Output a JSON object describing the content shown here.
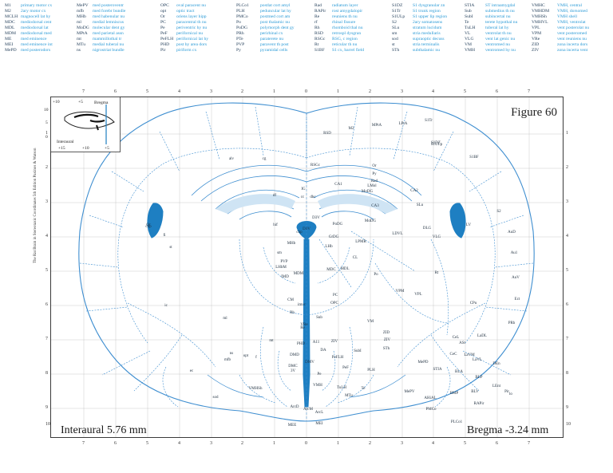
{
  "legend": [
    [
      {
        "abbr": "M1",
        "full": "primary motor cx"
      },
      {
        "abbr": "M2",
        "full": "2ary motor cx"
      },
      {
        "abbr": "MCLH",
        "full": "magnocell lat hy"
      },
      {
        "abbr": "MDC",
        "full": "mediodorsal cent"
      },
      {
        "abbr": "MDL",
        "full": "mediodorsal lat"
      },
      {
        "abbr": "MDM",
        "full": "mediodorsal med"
      },
      {
        "abbr": "ME",
        "full": "med eminence"
      },
      {
        "abbr": "MEI",
        "full": "med eminence int"
      },
      {
        "abbr": "MePD",
        "full": "med posterodors"
      }
    ],
    [
      {
        "abbr": "MePV",
        "full": "med posteroventr"
      },
      {
        "abbr": "mfb",
        "full": "med forebr bundle"
      },
      {
        "abbr": "MHb",
        "full": "med habenular nu"
      },
      {
        "abbr": "ml",
        "full": "medial lemniscus"
      },
      {
        "abbr": "MoDG",
        "full": "molecular dent gy"
      },
      {
        "abbr": "MPtA",
        "full": "med parietal assn"
      },
      {
        "abbr": "mt",
        "full": "mammillothal tr"
      },
      {
        "abbr": "MTu",
        "full": "medial tuberal nu"
      },
      {
        "abbr": "ns",
        "full": "nigrostriat bundle"
      }
    ],
    [
      {
        "abbr": "OPC",
        "full": "oval paracent nu"
      },
      {
        "abbr": "opt",
        "full": "optic tract"
      },
      {
        "abbr": "Or",
        "full": "oriens layer hipp"
      },
      {
        "abbr": "PC",
        "full": "paracentral th nu"
      },
      {
        "abbr": "Pe",
        "full": "periventric hy nu"
      },
      {
        "abbr": "PeF",
        "full": "perifornical nu"
      },
      {
        "abbr": "PeFLH",
        "full": "perifornical lat hy"
      },
      {
        "abbr": "PHD",
        "full": "post hy area dors"
      },
      {
        "abbr": "Pir",
        "full": "piriform cx"
      }
    ],
    [
      {
        "abbr": "PLCo1",
        "full": "postlat cort amyl"
      },
      {
        "abbr": "PLH",
        "full": "peduncular lat hy"
      },
      {
        "abbr": "PMCo",
        "full": "postmed cort am"
      },
      {
        "abbr": "Po",
        "full": "post thalamic nu"
      },
      {
        "abbr": "PoDG",
        "full": "polymorph dent gy"
      },
      {
        "abbr": "PRh",
        "full": "perirhinal cx"
      },
      {
        "abbr": "PTe",
        "full": "paraterete nu"
      },
      {
        "abbr": "PVP",
        "full": "paravent th post"
      },
      {
        "abbr": "Py",
        "full": "pyramidal cells"
      }
    ],
    [
      {
        "abbr": "Rad",
        "full": "radiatum layer"
      },
      {
        "abbr": "RAPir",
        "full": "rost amygdalopir"
      },
      {
        "abbr": "Re",
        "full": "reuniens th nu"
      },
      {
        "abbr": "rf",
        "full": "rhinal fissure"
      },
      {
        "abbr": "Rh",
        "full": "rhomboid thal nu"
      },
      {
        "abbr": "RSD",
        "full": "retrospl dysgran"
      },
      {
        "abbr": "RSGc",
        "full": "RSG, c region"
      },
      {
        "abbr": "Rt",
        "full": "reticular th nu"
      },
      {
        "abbr": "S1BF",
        "full": "S1 cx, barrel field"
      }
    ],
    [
      {
        "abbr": "S1DZ",
        "full": "S1 dysgranular zn"
      },
      {
        "abbr": "S1Tr",
        "full": "S1 trunk region"
      },
      {
        "abbr": "S1ULp",
        "full": "S1 upper lip region"
      },
      {
        "abbr": "S2",
        "full": "2ary somatosens"
      },
      {
        "abbr": "SLu",
        "full": "stratum lucidum"
      },
      {
        "abbr": "sm",
        "full": "stria medullaris"
      },
      {
        "abbr": "sod",
        "full": "supraoptic decuss"
      },
      {
        "abbr": "st",
        "full": "stria terminalis"
      },
      {
        "abbr": "STh",
        "full": "subthalamic nu"
      }
    ],
    [
      {
        "abbr": "STIA",
        "full": "ST intraamygdal"
      },
      {
        "abbr": "Sub",
        "full": "submedius th nu"
      },
      {
        "abbr": "SubI",
        "full": "subincertal nu"
      },
      {
        "abbr": "Te",
        "full": "terete hypothal nu"
      },
      {
        "abbr": "TuLH",
        "full": "tuberal lat hy"
      },
      {
        "abbr": "VL",
        "full": "ventrolat th nu"
      },
      {
        "abbr": "VLG",
        "full": "vent lat genic nu"
      },
      {
        "abbr": "VM",
        "full": "ventromed nu"
      },
      {
        "abbr": "VMH",
        "full": "ventromed hy nu"
      }
    ],
    [
      {
        "abbr": "VMHC",
        "full": "VMH, central"
      },
      {
        "abbr": "VMHDM",
        "full": "VMH, dorsomed"
      },
      {
        "abbr": "VMHSh",
        "full": "VMH shell"
      },
      {
        "abbr": "VMHVL",
        "full": "VMH, ventrolat"
      },
      {
        "abbr": "VPL",
        "full": "vent posterolat nu"
      },
      {
        "abbr": "VPM",
        "full": "vent posteromed"
      },
      {
        "abbr": "VRe",
        "full": "vent reuniens nu"
      },
      {
        "abbr": "ZID",
        "full": "zona incerta dors"
      },
      {
        "abbr": "ZIV",
        "full": "zona incerta vent"
      }
    ]
  ],
  "figure_title": "Figure 60",
  "interaural": "Interaural 5.76 mm",
  "bregma": "Bregma -3.24 mm",
  "credit": "The Rat Brain in Stereotaxic Coordinates 5th Edition Paxinos & Watson",
  "top_ruler": [
    "7",
    "6",
    "5",
    "4",
    "3",
    "2",
    "1",
    "0",
    "1",
    "2",
    "3",
    "4",
    "5",
    "6",
    "7"
  ],
  "bottom_ruler": [
    "7",
    "6",
    "5",
    "4",
    "3",
    "2",
    "1",
    "0",
    "1",
    "2",
    "3",
    "4",
    "5",
    "6",
    "7"
  ],
  "side_ruler": [
    "1",
    "2",
    "3",
    "4",
    "5",
    "6",
    "7",
    "8",
    "9",
    "10"
  ],
  "inset": {
    "top_nums": [
      "+10",
      "+5"
    ],
    "side_nums": [
      "10",
      "5",
      "0"
    ],
    "bregma": "Bregma",
    "interaural": "Interaural",
    "bottom_nums": [
      "+15",
      "+10",
      "+5"
    ]
  },
  "regions": [
    {
      "t": "RSD",
      "key": "r1"
    },
    {
      "t": "M2",
      "key": "r2"
    },
    {
      "t": "MPtA",
      "key": "r3"
    },
    {
      "t": "LPtA",
      "key": "r4"
    },
    {
      "t": "S1Tr",
      "key": "r5"
    },
    {
      "t": "S1DZ",
      "key": "r6"
    },
    {
      "t": "S1BF",
      "key": "r7"
    },
    {
      "t": "RSGc",
      "key": "r8"
    },
    {
      "t": "alv",
      "key": "r9"
    },
    {
      "t": "cg",
      "key": "r10"
    },
    {
      "t": "IG",
      "key": "r11"
    },
    {
      "t": "cc",
      "key": "r12"
    },
    {
      "t": "dhc",
      "key": "r13"
    },
    {
      "t": "Or",
      "key": "r14"
    },
    {
      "t": "Py",
      "key": "r15"
    },
    {
      "t": "Rad",
      "key": "r16"
    },
    {
      "t": "LMol",
      "key": "r17"
    },
    {
      "t": "CA1",
      "key": "r18"
    },
    {
      "t": "MoDG",
      "key": "r19"
    },
    {
      "t": "CA2",
      "key": "r20"
    },
    {
      "t": "SLu",
      "key": "r21"
    },
    {
      "t": "CA3",
      "key": "r22"
    },
    {
      "t": "df",
      "key": "r23"
    },
    {
      "t": "D3V",
      "key": "r24"
    },
    {
      "t": "PoDG",
      "key": "r25"
    },
    {
      "t": "GrDG",
      "key": "r26"
    },
    {
      "t": "MoDG",
      "key": "r27"
    },
    {
      "t": "fi",
      "key": "r28"
    },
    {
      "t": "hif",
      "key": "r29"
    },
    {
      "t": "chp",
      "key": "r30"
    },
    {
      "t": "LV",
      "key": "r31"
    },
    {
      "t": "MHb",
      "key": "r32"
    },
    {
      "t": "LHb",
      "key": "r33"
    },
    {
      "t": "sm",
      "key": "r34"
    },
    {
      "t": "LPMR",
      "key": "r35"
    },
    {
      "t": "LDVL",
      "key": "r36"
    },
    {
      "t": "DLG",
      "key": "r37"
    },
    {
      "t": "VLG",
      "key": "r38"
    },
    {
      "t": "Or",
      "key": "r39"
    },
    {
      "t": "S2",
      "key": "r40"
    },
    {
      "t": "AuD",
      "key": "r41"
    },
    {
      "t": "Au1",
      "key": "r42"
    },
    {
      "t": "AuV",
      "key": "r43"
    },
    {
      "t": "Ect",
      "key": "r44"
    },
    {
      "t": "PRh",
      "key": "r45"
    },
    {
      "t": "PVP",
      "key": "r46"
    },
    {
      "t": "LHbM",
      "key": "r47"
    },
    {
      "t": "IMD",
      "key": "r48"
    },
    {
      "t": "MDM",
      "key": "r49"
    },
    {
      "t": "MDC",
      "key": "r50"
    },
    {
      "t": "MDL",
      "key": "r51"
    },
    {
      "t": "CL",
      "key": "r52"
    },
    {
      "t": "Po",
      "key": "r53"
    },
    {
      "t": "Rt",
      "key": "r54"
    },
    {
      "t": "VPM",
      "key": "r55"
    },
    {
      "t": "VPL",
      "key": "r56"
    },
    {
      "t": "CM",
      "key": "r57"
    },
    {
      "t": "PC",
      "key": "r58"
    },
    {
      "t": "OPC",
      "key": "r59"
    },
    {
      "t": "imvc",
      "key": "r60"
    },
    {
      "t": "Rh",
      "key": "r61"
    },
    {
      "t": "Sub",
      "key": "r62"
    },
    {
      "t": "VRe",
      "key": "r63"
    },
    {
      "t": "Re",
      "key": "r64"
    },
    {
      "t": "VM",
      "key": "r65"
    },
    {
      "t": "ZID",
      "key": "r66"
    },
    {
      "t": "ZIV",
      "key": "r67"
    },
    {
      "t": "STh",
      "key": "r68"
    },
    {
      "t": "SubI",
      "key": "r69"
    },
    {
      "t": "mt",
      "key": "r70"
    },
    {
      "t": "ZIV",
      "key": "r71"
    },
    {
      "t": "PHD",
      "key": "r72"
    },
    {
      "t": "DMD",
      "key": "r73"
    },
    {
      "t": "DMC",
      "key": "r74"
    },
    {
      "t": "DMV",
      "key": "r75"
    },
    {
      "t": "PeFLH",
      "key": "r76"
    },
    {
      "t": "PeF",
      "key": "r77"
    },
    {
      "t": "PLH",
      "key": "r78"
    },
    {
      "t": "TuLH",
      "key": "r79"
    },
    {
      "t": "VMH",
      "key": "r80"
    },
    {
      "t": "VMHSh",
      "key": "r81"
    },
    {
      "t": "MTu",
      "key": "r82"
    },
    {
      "t": "ArcD",
      "key": "r83"
    },
    {
      "t": "ArcM",
      "key": "r84"
    },
    {
      "t": "ArcL",
      "key": "r85"
    },
    {
      "t": "MEE",
      "key": "r86"
    },
    {
      "t": "MEI",
      "key": "r87"
    },
    {
      "t": "opt",
      "key": "r88"
    },
    {
      "t": "ic",
      "key": "r89"
    },
    {
      "t": "ml",
      "key": "r90"
    },
    {
      "t": "ns",
      "key": "r91"
    },
    {
      "t": "mfb",
      "key": "r92"
    },
    {
      "t": "MePD",
      "key": "r93"
    },
    {
      "t": "MePV",
      "key": "r94"
    },
    {
      "t": "STIA",
      "key": "r95"
    },
    {
      "t": "BLA",
      "key": "r96"
    },
    {
      "t": "BMP",
      "key": "r97"
    },
    {
      "t": "BLV",
      "key": "r98"
    },
    {
      "t": "BLP",
      "key": "r99"
    },
    {
      "t": "LaVL",
      "key": "r100"
    },
    {
      "t": "LaVM",
      "key": "r101"
    },
    {
      "t": "CeC",
      "key": "r102"
    },
    {
      "t": "ASt",
      "key": "r103"
    },
    {
      "t": "CeL",
      "key": "r104"
    },
    {
      "t": "LaDL",
      "key": "r105"
    },
    {
      "t": "DEn",
      "key": "r106"
    },
    {
      "t": "LEnt",
      "key": "r107"
    },
    {
      "t": "AHiAL",
      "key": "r108"
    },
    {
      "t": "PMCo",
      "key": "r109"
    },
    {
      "t": "RAPir",
      "key": "r110"
    },
    {
      "t": "PLCo1",
      "key": "r111"
    },
    {
      "t": "Pir",
      "key": "r112"
    },
    {
      "t": "CPu",
      "key": "r113"
    },
    {
      "t": "st",
      "key": "r114"
    },
    {
      "t": "sod",
      "key": "r115"
    },
    {
      "t": "D3V",
      "key": "r116"
    },
    {
      "t": "f",
      "key": "r117"
    },
    {
      "t": "Te",
      "key": "r118"
    },
    {
      "t": "3V",
      "key": "r119"
    },
    {
      "t": "Pe",
      "key": "r120"
    },
    {
      "t": "DA",
      "key": "r121"
    },
    {
      "t": "A11",
      "key": "r122"
    },
    {
      "t": "ec",
      "key": "r123"
    },
    {
      "t": "chp",
      "key": "r124"
    },
    {
      "t": "lo",
      "key": "r125"
    },
    {
      "t": "S1ULp",
      "key": "r126"
    }
  ],
  "colors": {
    "accent": "#2a9ad6",
    "fill": "#1e7fc2",
    "line": "#3e8ed0",
    "dark": "#1f3b57"
  }
}
